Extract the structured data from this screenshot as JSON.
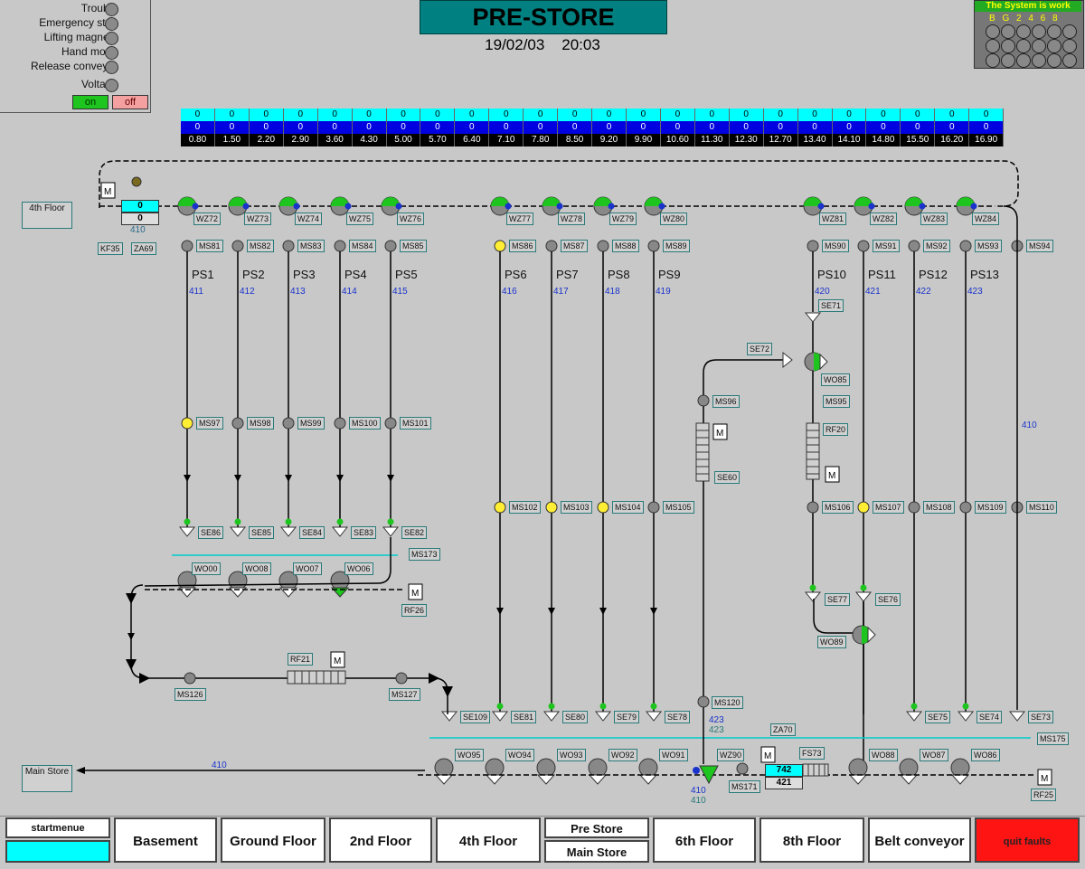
{
  "status": {
    "items": [
      "Trouble",
      "Emergency stop",
      "Lifting magnets",
      "Hand mode",
      "Release conveyor",
      "Voltage"
    ],
    "on_label": "on",
    "off_label": "off"
  },
  "header": {
    "title": "PRE-STORE",
    "date": "19/02/03",
    "time": "20:03"
  },
  "system": {
    "label": "The System is work",
    "cols": "B G 2 4 6 8"
  },
  "levels": {
    "row1": [
      "0",
      "0",
      "0",
      "0",
      "0",
      "0",
      "0",
      "0",
      "0",
      "0",
      "0",
      "0",
      "0",
      "0",
      "0",
      "0",
      "0",
      "0",
      "0",
      "0",
      "0",
      "0",
      "0",
      "0"
    ],
    "row2": [
      "0",
      "0",
      "0",
      "0",
      "0",
      "0",
      "0",
      "0",
      "0",
      "0",
      "0",
      "0",
      "0",
      "0",
      "0",
      "0",
      "0",
      "0",
      "0",
      "0",
      "0",
      "0",
      "0",
      "0"
    ],
    "row3": [
      "0.80",
      "1.50",
      "2.20",
      "2.90",
      "3.60",
      "4.30",
      "5.00",
      "5.70",
      "6.40",
      "7.10",
      "7.80",
      "8.50",
      "9.20",
      "9.90",
      "10.60",
      "11.30",
      "12.30",
      "12.70",
      "13.40",
      "14.10",
      "14.80",
      "15.50",
      "16.20",
      "16.90"
    ]
  },
  "floor_labels": {
    "fourth": "4th Floor",
    "main": "Main Store"
  },
  "counters": {
    "top_a": "0",
    "top_b": "0",
    "top_num": "410",
    "bottom_a": "742",
    "bottom_b": "421"
  },
  "tags": {
    "kf35": "KF35",
    "za69": "ZA69",
    "za70": "ZA70",
    "fs73": "FS73",
    "rf25": "RF25",
    "rf26": "RF26",
    "rf21": "RF21",
    "rf20": "RF20",
    "se60": "SE60",
    "w_top": [
      "WZ72",
      "WZ73",
      "WZ74",
      "WZ75",
      "WZ76",
      "WZ77",
      "WZ78",
      "WZ79",
      "WZ80",
      "WZ81",
      "WZ82",
      "WZ83",
      "WZ84"
    ],
    "ms_top": [
      "MS81",
      "MS82",
      "MS83",
      "MS84",
      "MS85",
      "MS86",
      "MS87",
      "MS88",
      "MS89",
      "MS90",
      "MS91",
      "MS92",
      "MS93",
      "MS94"
    ],
    "ms_mid": [
      "MS97",
      "MS98",
      "MS99",
      "MS100",
      "MS101"
    ],
    "ms_low": [
      "MS102",
      "MS103",
      "MS104",
      "MS105",
      "MS106",
      "MS107",
      "MS108",
      "MS109",
      "MS110"
    ],
    "se_left": [
      "SE86",
      "SE85",
      "SE84",
      "SE83",
      "SE82"
    ],
    "wo_left": [
      "WO00",
      "WO08",
      "WO07",
      "WO06"
    ],
    "ms173": "MS173",
    "ms126": "MS126",
    "ms127": "MS127",
    "se_bottom": [
      "SE109",
      "SE81",
      "SE80",
      "SE79",
      "SE78"
    ],
    "wo_bottom": [
      "WO95",
      "WO94",
      "WO93",
      "WO92",
      "WO91"
    ],
    "wo_right": [
      "WO88",
      "WO87",
      "WO86"
    ],
    "se_right": [
      "SE75",
      "SE74",
      "SE73"
    ],
    "ms175": "MS175",
    "ms120": "MS120",
    "wz90": "WZ90",
    "ms171": "MS171",
    "ms96": "MS96",
    "ms95": "MS95",
    "se72": "SE72",
    "se71": "SE71",
    "wo85": "WO85",
    "se77": "SE77",
    "se76": "SE76",
    "wo89": "WO89"
  },
  "ps": {
    "labels": [
      "PS1",
      "PS2",
      "PS3",
      "PS4",
      "PS5",
      "PS6",
      "PS7",
      "PS8",
      "PS9",
      "PS10",
      "PS11",
      "PS12",
      "PS13"
    ],
    "nums": [
      "411",
      "412",
      "413",
      "414",
      "415",
      "416",
      "417",
      "418",
      "419",
      "420",
      "421",
      "422",
      "423"
    ]
  },
  "route_nums": {
    "n410a": "410",
    "n410b": "410",
    "n410c": "410",
    "n410d": "410",
    "n423a": "423",
    "n423b": "423"
  },
  "nav": {
    "startmenue": "startmenue",
    "basement": "Basement",
    "ground": "Ground Floor",
    "second": "2nd Floor",
    "fourth": "4th Floor",
    "prestore": "Pre Store",
    "mainstore": "Main Store",
    "sixth": "6th Floor",
    "eighth": "8th Floor",
    "belt": "Belt conveyor",
    "quit": "quit faults"
  }
}
